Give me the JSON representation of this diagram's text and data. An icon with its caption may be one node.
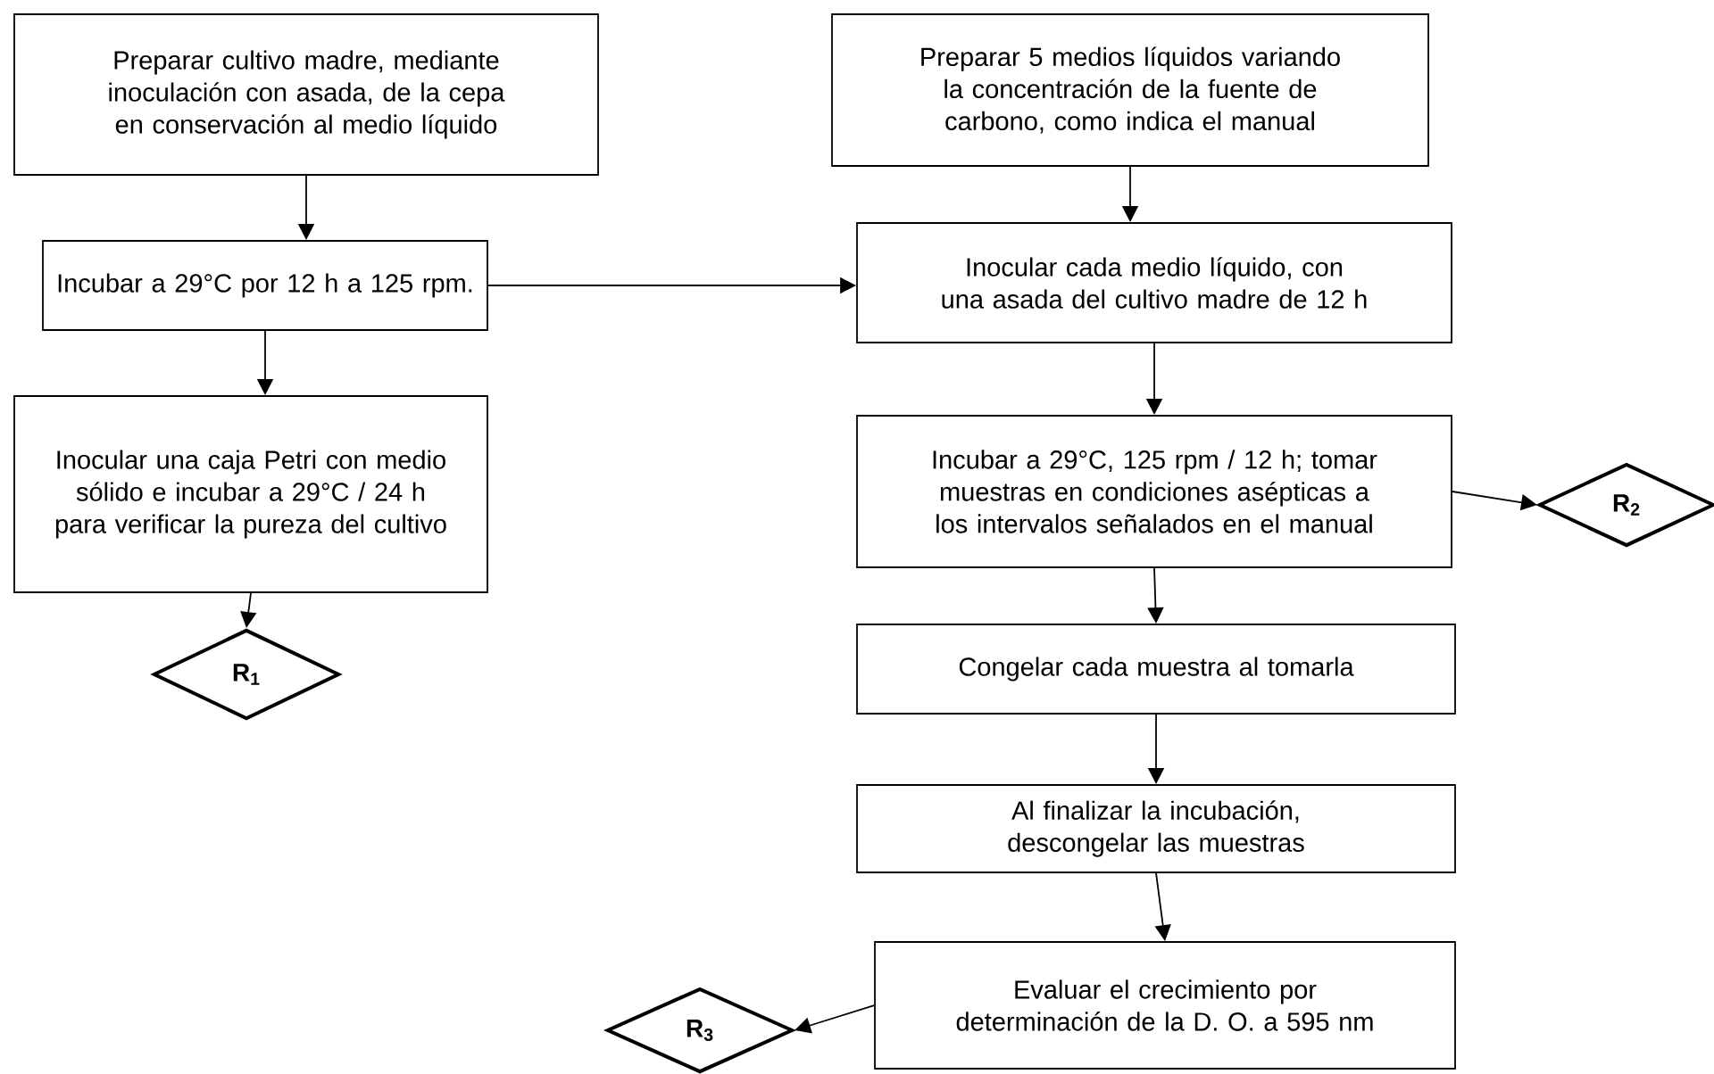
{
  "diagram": {
    "nodes": [
      {
        "text": [
          "Preparar cultivo madre, mediante inoculación con asada, de la cepa en conservación al medio líquido"
        ]
      },
      {
        "text": [
          "Incubar a 29°C por 12 h a 125 rpm."
        ]
      },
      {
        "text": [
          "Inocular una caja Petri con medio sólido e incubar a 29°C / 24 h para verificar la pureza del cultivo"
        ]
      },
      {
        "text": [
          "R$_{1}$"
        ]
      },
      {
        "text": [
          "Preparar 5 medios líquidos variando la concentración de la fuente de carbono, como indica el manual"
        ]
      },
      {
        "text": [
          "Inocular cada medio líquido, con una asada del cultivo madre de 12 h"
        ]
      },
      {
        "text": [
          "Incubar a 29°C, 125 rpm / 12 h; tomar muestras en condiciones asépticas a los intervalos señalados en el manual"
        ]
      },
      {
        "text": [
          "R$_{2}$"
        ]
      },
      {
        "text": [
          "Congelar cada muestra al tomarla"
        ]
      },
      {
        "text": [
          "Al finalizar la incubación, descongelar las muestras"
        ]
      },
      {
        "text": [
          "Evaluar el crecimiento por determinación de la D. O. a 595 nm"
        ]
      },
      {
        "text": [
          "R$_{3}$"
        ]
      }
    ],
    "edges": [
      {
        "from": 0,
        "to": 1,
        "arrow": "to"
      },
      {
        "from": 1,
        "to": 2,
        "arrow": "to"
      },
      {
        "from": 2,
        "to": 3,
        "arrow": "to"
      },
      {
        "from": 1,
        "to": 5,
        "arrow": "to"
      },
      {
        "from": 4,
        "to": 5,
        "arrow": "to"
      },
      {
        "from": 5,
        "to": 6,
        "arrow": "to"
      },
      {
        "from": 6,
        "to": 7,
        "arrow": "to"
      },
      {
        "from": 6,
        "to": 8,
        "arrow": "to"
      },
      {
        "from": 8,
        "to": 9,
        "arrow": "to"
      },
      {
        "from": 9,
        "to": 10,
        "arrow": "to"
      },
      {
        "from": 10,
        "to": 11,
        "arrow": "to"
      }
    ]
  }
}
